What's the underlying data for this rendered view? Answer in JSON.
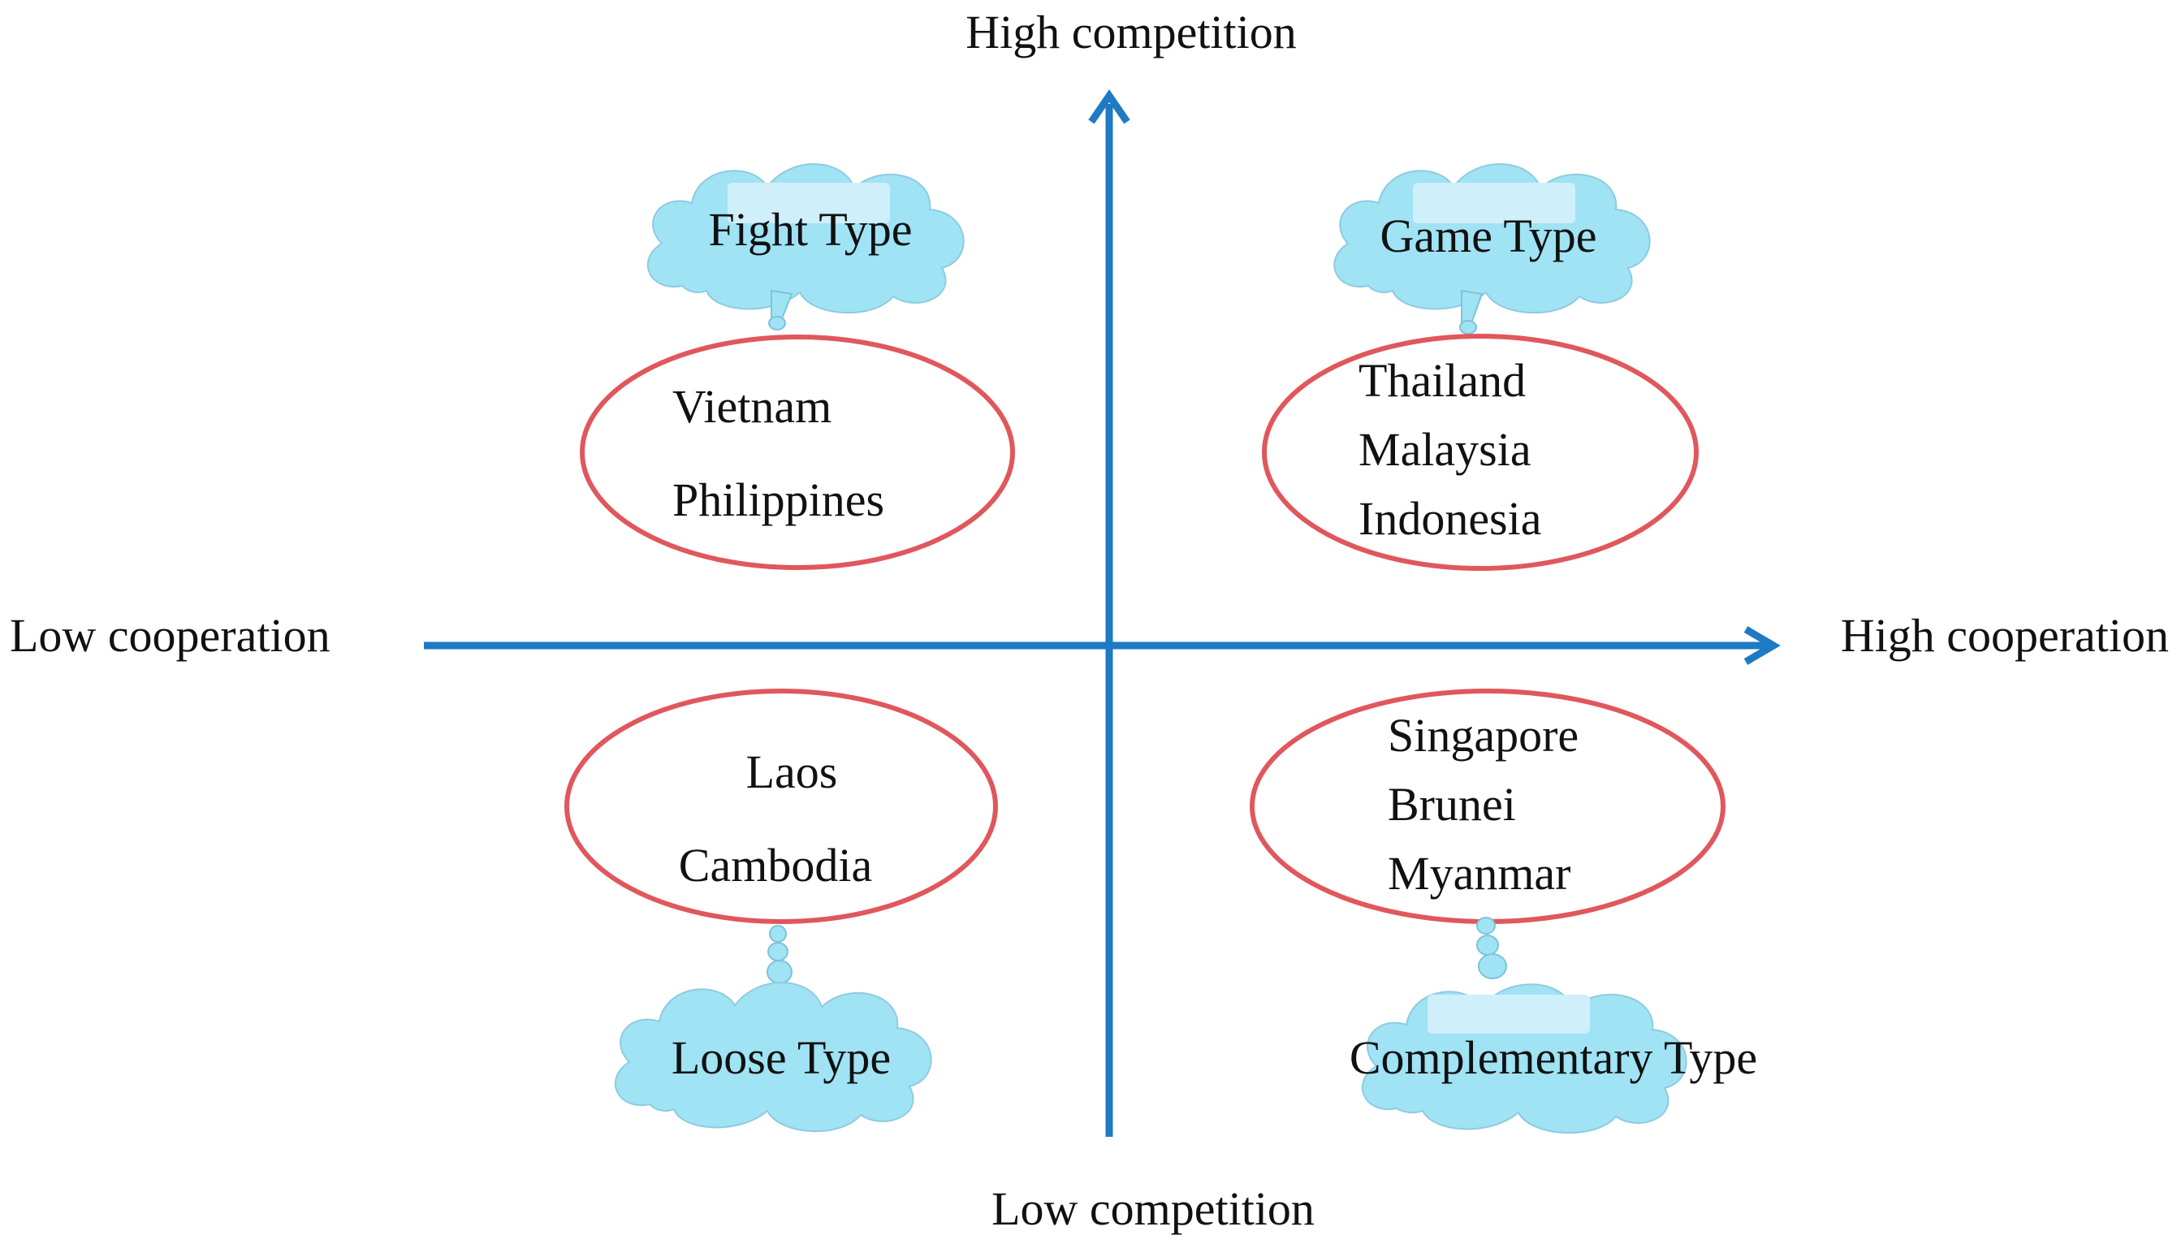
{
  "axes": {
    "top_label": "High competition",
    "bottom_label": "Low competition",
    "left_label": "Low cooperation",
    "right_label": "High cooperation",
    "color": "#1f7ac4"
  },
  "quadrants": {
    "top_left": {
      "type_label": "Fight Type",
      "countries": [
        "Vietnam",
        "Philippines"
      ]
    },
    "top_right": {
      "type_label": "Game Type",
      "countries": [
        "Thailand",
        "Malaysia",
        "Indonesia"
      ]
    },
    "bottom_left": {
      "type_label": "Loose Type",
      "countries": [
        "Laos",
        "Cambodia"
      ]
    },
    "bottom_right": {
      "type_label": "Complementary Type",
      "countries": [
        "Singapore",
        "Brunei",
        "Myanmar"
      ]
    }
  },
  "colors": {
    "ellipse_stroke": "#e0575c",
    "cloud_fill": "#9fe3f4"
  }
}
